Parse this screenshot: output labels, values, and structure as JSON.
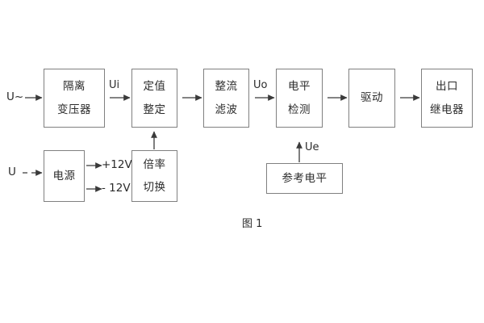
{
  "figure": {
    "caption": "图 1",
    "colors": {
      "box_border": "#808080",
      "wire": "#3a3a3a",
      "text": "#2b2b2b",
      "background": "#ffffff"
    }
  },
  "inputs": {
    "ac_source": "U~",
    "dc_source": "U"
  },
  "signals": {
    "ui": "Ui",
    "uo": "Uo",
    "ue": "Ue"
  },
  "rails": {
    "positive": "+12V",
    "negative": "- 12V"
  },
  "blocks": {
    "isolation_transformer": {
      "line1": "隔离",
      "line2": "变压器"
    },
    "setting_value": {
      "line1": "定值",
      "line2": "整定"
    },
    "rectify_filter": {
      "line1": "整流",
      "line2": "滤波"
    },
    "level_detect": {
      "line1": "电平",
      "line2": "检测"
    },
    "drive": {
      "line1": "驱动"
    },
    "output_relay": {
      "line1": "出口",
      "line2": "继电器"
    },
    "power_supply": {
      "line1": "电源"
    },
    "multiplier_switch": {
      "line1": "倍率",
      "line2": "切换"
    },
    "reference_level": {
      "line1": "参考电平"
    }
  }
}
